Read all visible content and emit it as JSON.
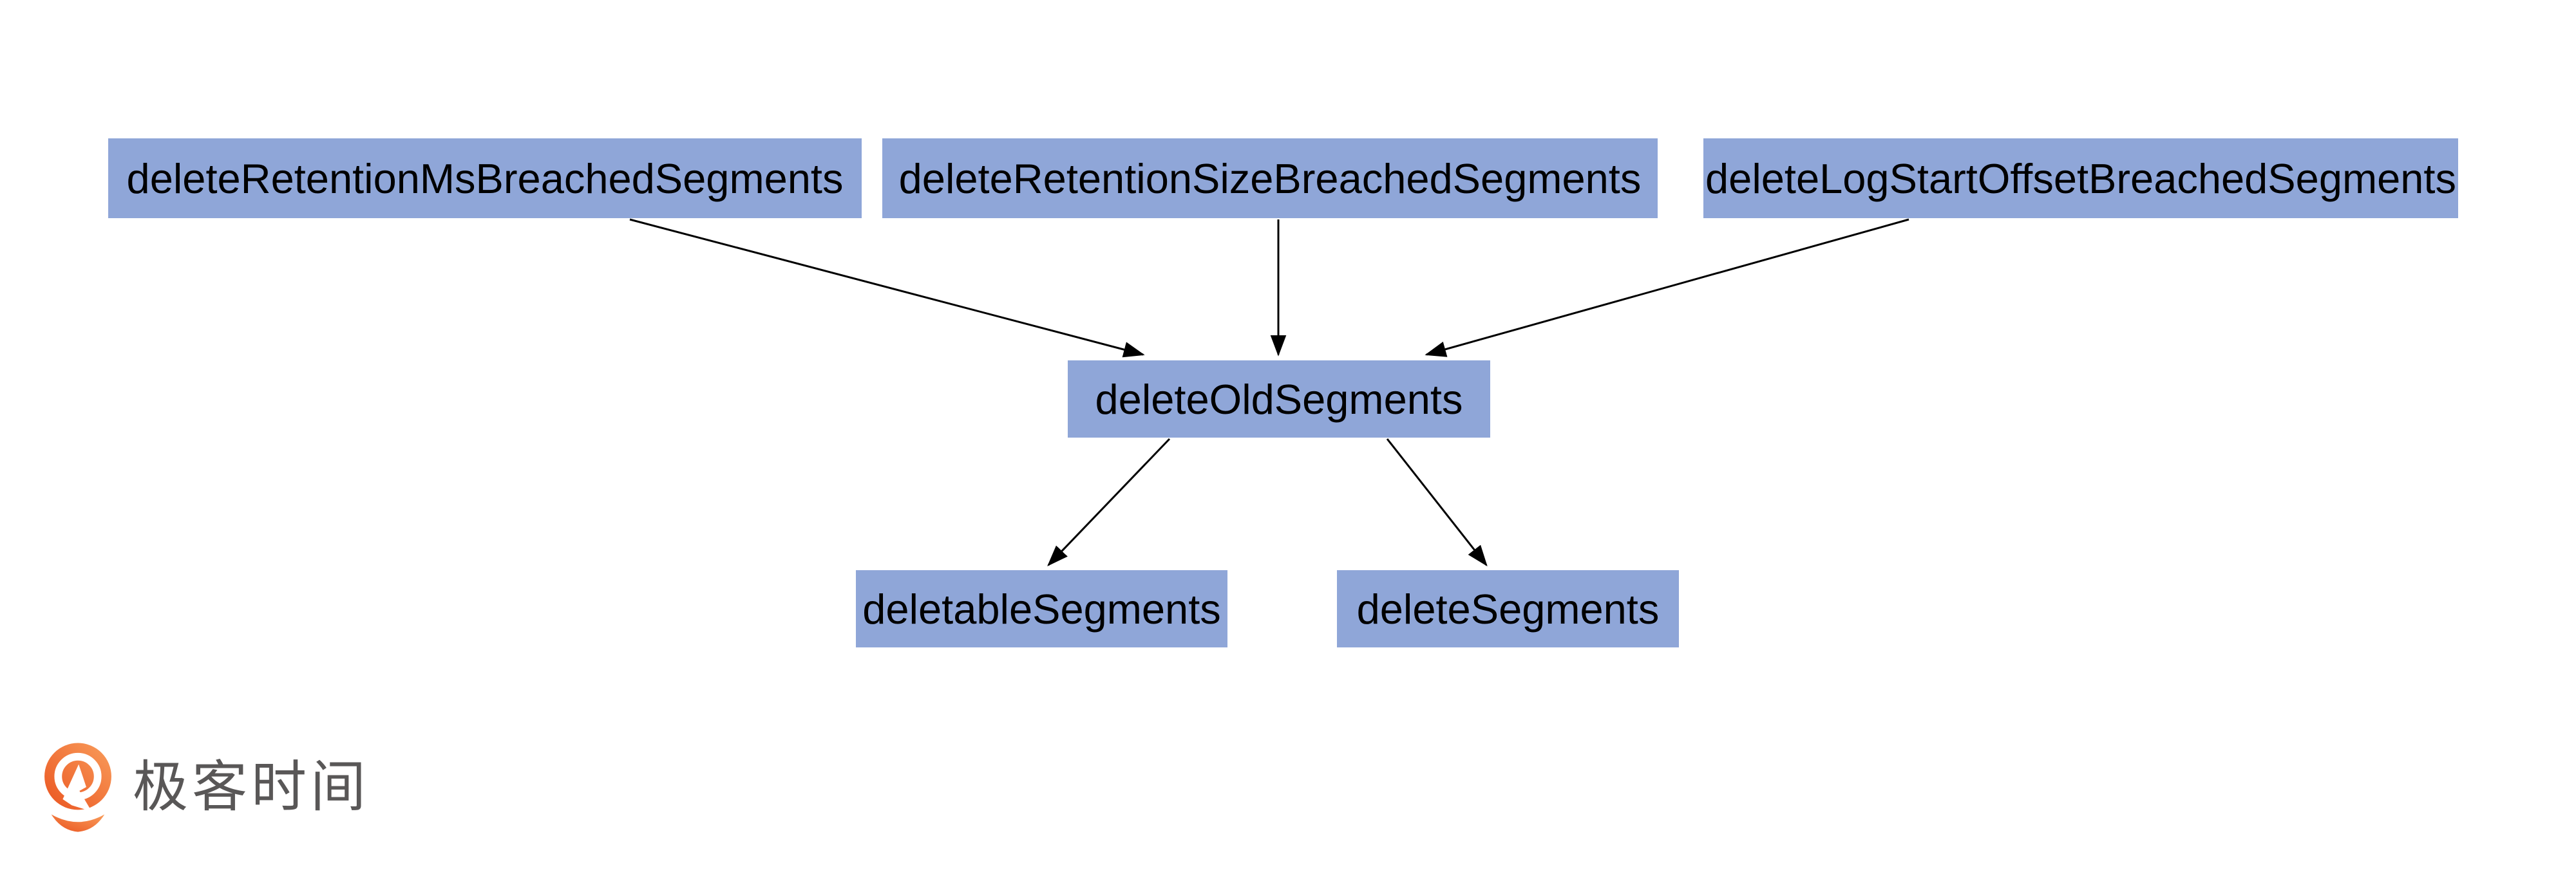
{
  "diagram": {
    "type": "flowchart",
    "background_color": "#ffffff",
    "node_fill_color": "#8FA6D8",
    "node_text_color": "#000000",
    "arrow_color": "#000000",
    "nodes": [
      {
        "id": "deleteRetentionMsBreachedSegments",
        "label": "deleteRetentionMsBreachedSegments"
      },
      {
        "id": "deleteRetentionSizeBreachedSegments",
        "label": "deleteRetentionSizeBreachedSegments"
      },
      {
        "id": "deleteLogStartOffsetBreachedSegments",
        "label": "deleteLogStartOffsetBreachedSegments"
      },
      {
        "id": "deleteOldSegments",
        "label": "deleteOldSegments"
      },
      {
        "id": "deletableSegments",
        "label": "deletableSegments"
      },
      {
        "id": "deleteSegments",
        "label": "deleteSegments"
      }
    ],
    "edges": [
      {
        "from": "deleteRetentionMsBreachedSegments",
        "to": "deleteOldSegments"
      },
      {
        "from": "deleteRetentionSizeBreachedSegments",
        "to": "deleteOldSegments"
      },
      {
        "from": "deleteLogStartOffsetBreachedSegments",
        "to": "deleteOldSegments"
      },
      {
        "from": "deleteOldSegments",
        "to": "deletableSegments"
      },
      {
        "from": "deleteOldSegments",
        "to": "deleteSegments"
      }
    ]
  },
  "logo": {
    "text": "极客时间",
    "brand_color": "#ED5F27",
    "text_color": "#595757"
  }
}
